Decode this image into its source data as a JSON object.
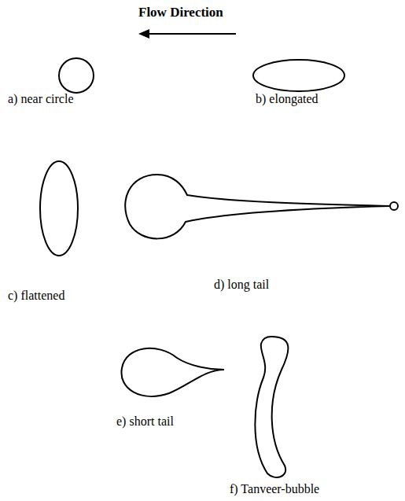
{
  "diagram": {
    "labels": [
      "Flow Direction",
      "a) near circle",
      "b) elongated",
      "c) flattened",
      "d) long tail",
      "e) short tail",
      "f) Tanveer-bubble"
    ]
  }
}
